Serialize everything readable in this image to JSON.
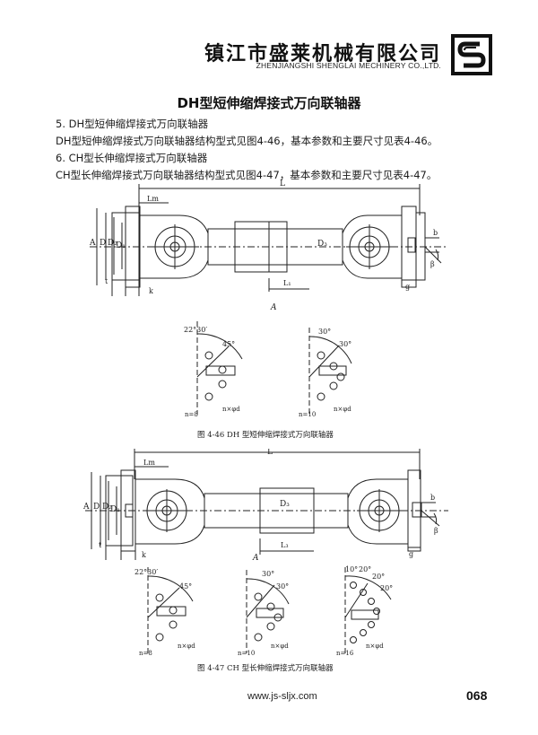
{
  "header": {
    "company_cn": "镇江市盛莱机械有限公司",
    "company_en": "ZHENJIANGSHI SHENGLAI MECHINERY CO.,LTD.",
    "logo_icon": "sl-logo-icon"
  },
  "title": "DH型短伸缩焊接式万向联轴器",
  "paragraphs": [
    "5. DH型短伸缩焊接式万向联轴器",
    "DH型短伸缩焊接式万向联轴器结构型式见图4-46，基本参数和主要尺寸见表4-46。",
    "6. CH型长伸缩焊接式万向联轴器",
    "CH型长伸缩焊接式万向联轴器结构型式见图4-47，基本参数和主要尺寸见表4-47。"
  ],
  "figure1": {
    "dim_L": "L",
    "dim_Lm": "Lm",
    "dim_L1": "L₁",
    "dim_A": "A",
    "dim_D": "D",
    "dim_D2": "D₂",
    "dim_D1": "D₁",
    "dim_D3": "D₃",
    "dim_t": "t",
    "dim_k": "k",
    "dim_b": "b",
    "dim_beta": "β",
    "dim_g": "g",
    "view_label": "A",
    "flange_a_angle1": "22°30′",
    "flange_a_angle2": "45°",
    "flange_a_n": "n=8",
    "flange_a_holes": "n×φd",
    "flange_b_angle1": "30°",
    "flange_b_angle2": "30°",
    "flange_b_n": "n=10",
    "flange_b_holes": "n×φd",
    "caption": "图 4-46   DH 型短伸缩焊接式万向联轴器"
  },
  "figure2": {
    "dim_L": "L",
    "dim_Lm": "Lm",
    "dim_L3": "L₃",
    "dim_A": "A",
    "dim_D": "D",
    "dim_D2": "D₂",
    "dim_D1": "D₁",
    "dim_D3": "D₃",
    "dim_t": "t",
    "dim_k": "k",
    "dim_b": "b",
    "dim_beta": "β",
    "dim_g": "g",
    "view_label": "A",
    "flange_a_angle1": "22°30′",
    "flange_a_angle2": "45°",
    "flange_a_n": "n=8",
    "flange_a_holes": "n×φd",
    "flange_b_angle1": "30°",
    "flange_b_angle2": "30°",
    "flange_b_n": "n=10",
    "flange_b_holes": "n×φd",
    "flange_c_angle1": "10°",
    "flange_c_angle2": "20°",
    "flange_c_angle3": "20°",
    "flange_c_angle4": "20°",
    "flange_c_n": "n=16",
    "flange_c_holes": "n×φd",
    "caption": "图 4-47   CH 型长伸缩焊接式万向联轴器"
  },
  "footer": {
    "url": "www.js-sljx.com",
    "page": "068"
  }
}
